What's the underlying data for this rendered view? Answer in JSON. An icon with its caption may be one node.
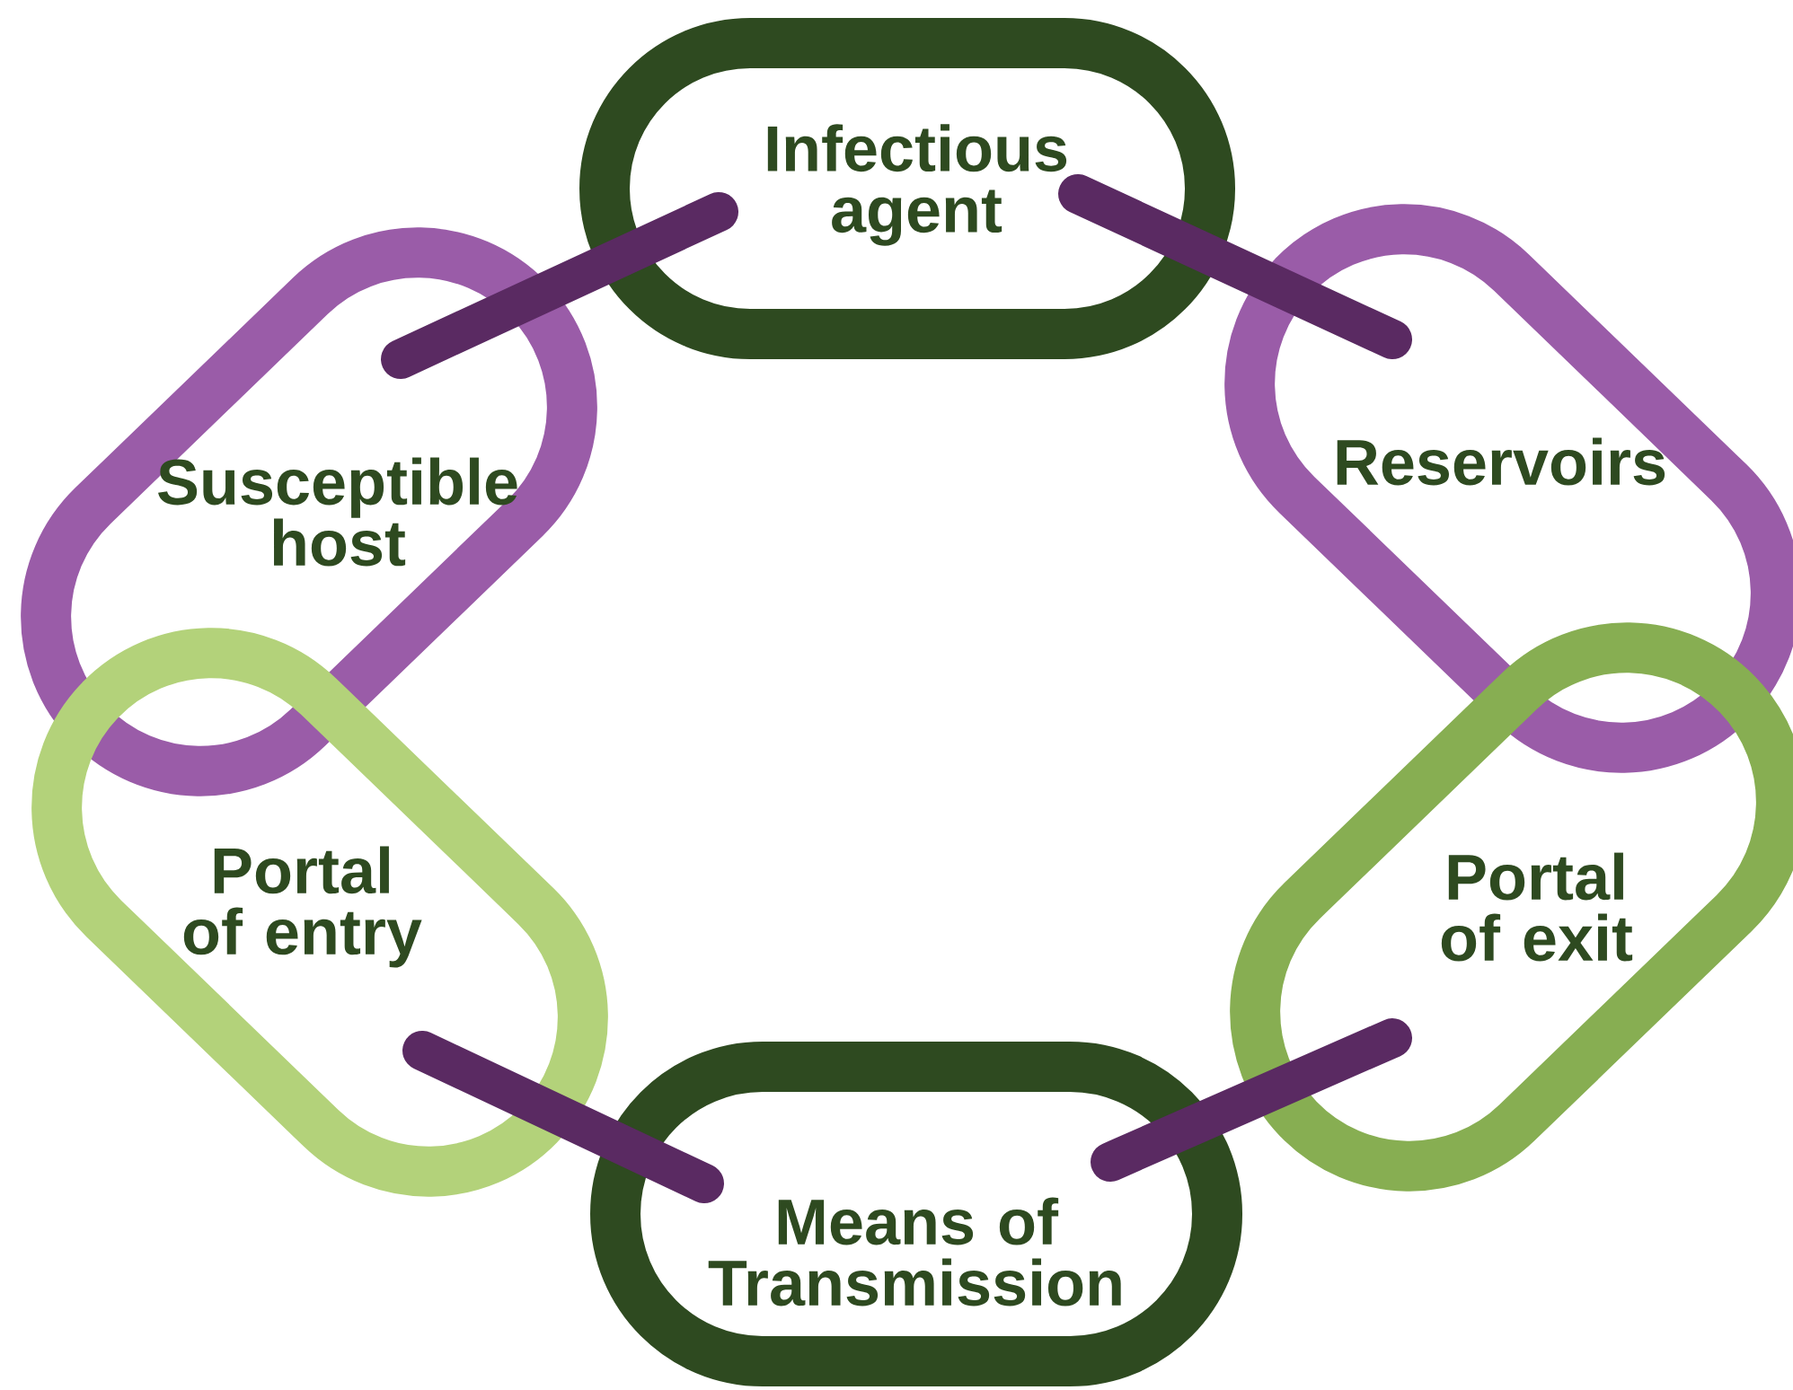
{
  "diagram": {
    "nodes": [
      {
        "text": [
          "Infectious agent"
        ]
      },
      {
        "text": [
          "Susceptible host"
        ]
      },
      {
        "text": [
          "Reservoirs"
        ]
      },
      {
        "text": [
          "Portal of entry"
        ]
      },
      {
        "text": [
          "Portal of exit"
        ]
      },
      {
        "text": [
          "Means of Transmission"
        ]
      }
    ],
    "edges": [
      {
        "from": 1,
        "to": 0,
        "arrow": "none"
      },
      {
        "from": 0,
        "to": 2,
        "arrow": "none"
      },
      {
        "from": 3,
        "to": 5,
        "arrow": "none"
      },
      {
        "from": 4,
        "to": 5,
        "arrow": "none"
      }
    ]
  }
}
